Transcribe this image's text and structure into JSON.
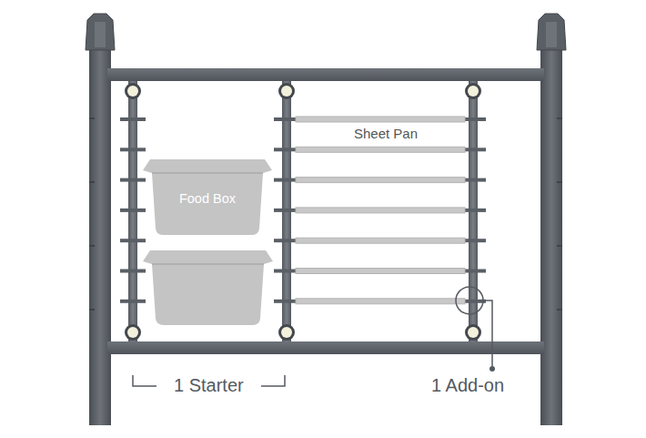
{
  "diagram": {
    "nodes": [
      {
        "text": [
          "Food Box"
        ]
      }
    ],
    "labels": [
      "Sheet Pan",
      "1 Starter",
      "1 Add-on"
    ]
  }
}
